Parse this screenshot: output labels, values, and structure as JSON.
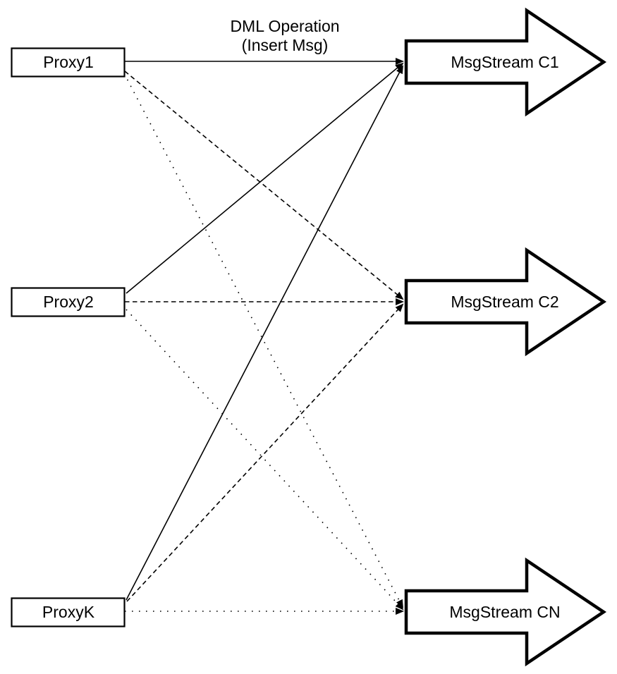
{
  "diagram": {
    "title": {
      "line1": "DML Operation",
      "line2": "(Insert Msg)"
    },
    "proxies": [
      {
        "id": "proxy1",
        "label": "Proxy1"
      },
      {
        "id": "proxy2",
        "label": "Proxy2"
      },
      {
        "id": "proxyk",
        "label": "ProxyK"
      }
    ],
    "streams": [
      {
        "id": "c1",
        "label": "MsgStream C1"
      },
      {
        "id": "c2",
        "label": "MsgStream C2"
      },
      {
        "id": "cn",
        "label": "MsgStream CN"
      }
    ],
    "edges": [
      {
        "from": "Proxy1",
        "to": "MsgStream C1",
        "style": "solid"
      },
      {
        "from": "Proxy2",
        "to": "MsgStream C1",
        "style": "solid"
      },
      {
        "from": "ProxyK",
        "to": "MsgStream C1",
        "style": "solid"
      },
      {
        "from": "Proxy1",
        "to": "MsgStream C2",
        "style": "dashed"
      },
      {
        "from": "Proxy2",
        "to": "MsgStream C2",
        "style": "dashed"
      },
      {
        "from": "ProxyK",
        "to": "MsgStream C2",
        "style": "dashed"
      },
      {
        "from": "Proxy1",
        "to": "MsgStream CN",
        "style": "dotted"
      },
      {
        "from": "Proxy2",
        "to": "MsgStream CN",
        "style": "dotted"
      },
      {
        "from": "ProxyK",
        "to": "MsgStream CN",
        "style": "dotted"
      }
    ],
    "colors": {
      "stroke": "#000000",
      "fill": "#ffffff",
      "background": "#ffffff"
    }
  }
}
